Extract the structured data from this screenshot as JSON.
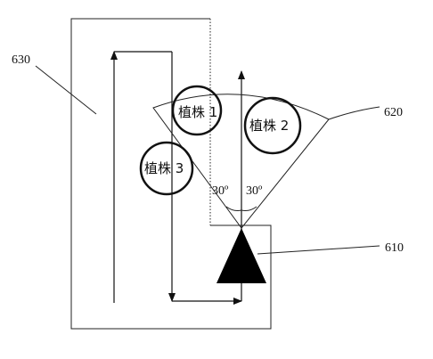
{
  "labels": {
    "region": "630",
    "sector": "620",
    "device": "610"
  },
  "plants": [
    {
      "label": "植株 1"
    },
    {
      "label": "植株 2"
    },
    {
      "label": "植株 3"
    }
  ],
  "angles": {
    "left": "30º",
    "right": "30º"
  }
}
